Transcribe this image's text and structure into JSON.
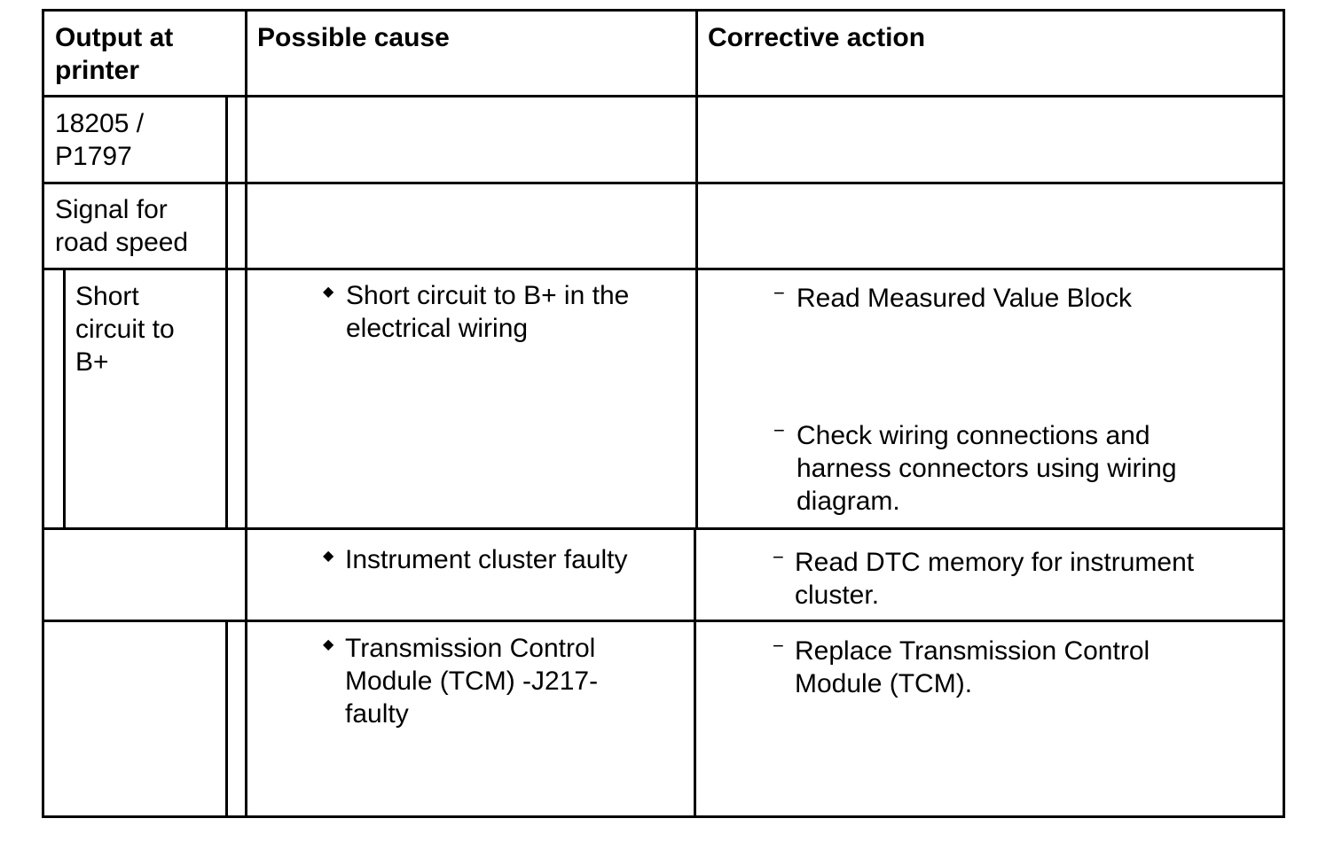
{
  "header": {
    "col1": "Output at\nprinter",
    "col2": "Possible cause",
    "col3": "Corrective action"
  },
  "rows": {
    "code": "18205 /\nP1797",
    "signal": "Signal for\nroad speed",
    "condition": "Short\ncircuit to\nB+",
    "causes": [
      "Short circuit to B+ in the\nelectrical wiring",
      "Instrument cluster faulty",
      "Transmission Control\nModule (TCM) -J217-\nfaulty"
    ],
    "actions": [
      "Read Measured Value Block",
      "Check wiring connections and\nharness connectors using wiring\ndiagram.",
      "Read DTC memory for instrument\ncluster.",
      "Replace Transmission Control\nModule (TCM)."
    ]
  },
  "icons": {
    "bullet": "diamond-bullet-icon",
    "dash": "dash-marker-icon"
  },
  "glyphs": {
    "bullet": "◆",
    "dash": "−"
  }
}
